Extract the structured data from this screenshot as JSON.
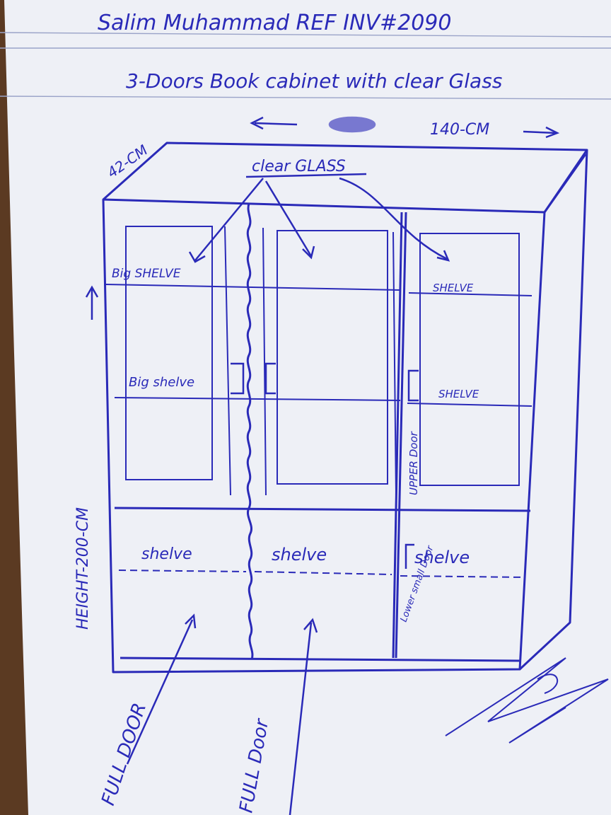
{
  "header": {
    "client_line": "Salim Muhammad REF INV#2090",
    "title_line": "3-Doors Book cabinet with clear Glass"
  },
  "dimensions": {
    "width": "140-CM",
    "depth": "42-CM",
    "height": "HEIGHT-200-CM"
  },
  "labels": {
    "glass": "clear GLASS",
    "big_shelve_1": "Big SHELVE",
    "big_shelve_2": "Big shelve",
    "shelve_upper_right": "SHELVE",
    "shelve_mid_right": "SHELVE",
    "upper_door": "UPPER Door",
    "shelve_lower_left": "shelve",
    "shelve_lower_mid": "shelve",
    "shelve_lower_right": "shelve",
    "lower_small_door": "Lower small Door",
    "full_door_1": "FULL DOOR",
    "full_door_2": "FULL Door"
  },
  "colors": {
    "ink": "#2a2ab8",
    "paper": "#eef0f6",
    "rule": "#9aa3c8",
    "wood": "#5b3a22"
  }
}
